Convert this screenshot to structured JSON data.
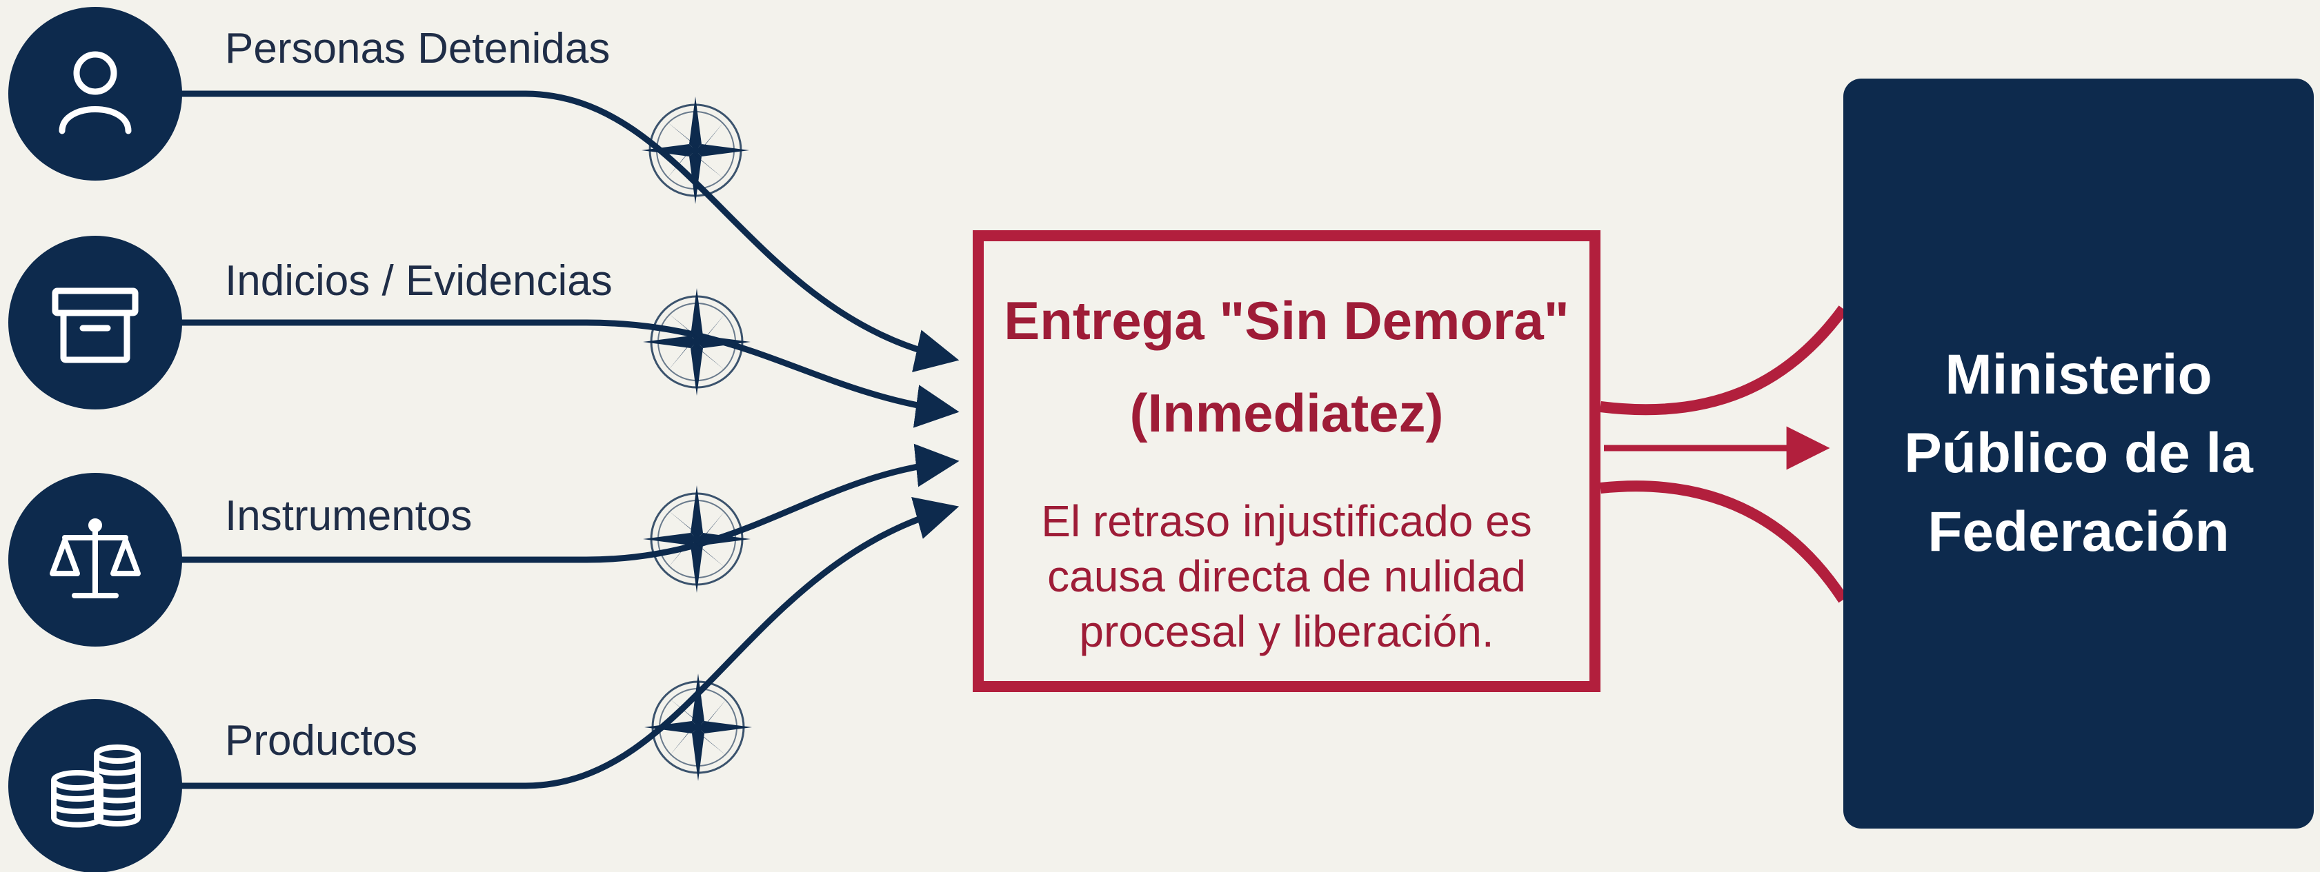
{
  "sources": [
    {
      "label": "Personas Detenidas",
      "icon": "person-icon"
    },
    {
      "label": "Indicios / Evidencias",
      "icon": "box-icon"
    },
    {
      "label": "Instrumentos",
      "icon": "scales-icon"
    },
    {
      "label": "Productos",
      "icon": "coins-icon"
    }
  ],
  "center": {
    "title_line1": "Entrega \"Sin Demora\"",
    "title_line2": "(Inmediatez)",
    "note_line1": "El retraso injustificado es",
    "note_line2": "causa directa de nulidad",
    "note_line3": "procesal y liberación."
  },
  "destination": {
    "line1": "Ministerio",
    "line2": "Público de la",
    "line3": "Federación"
  },
  "colors": {
    "background": "#f3f2ec",
    "navy": "#0d2a4d",
    "crimson": "#b21f3d",
    "text_dark": "#1f2d47"
  },
  "decorations": {
    "compass_icon": "compass-rose-icon"
  }
}
